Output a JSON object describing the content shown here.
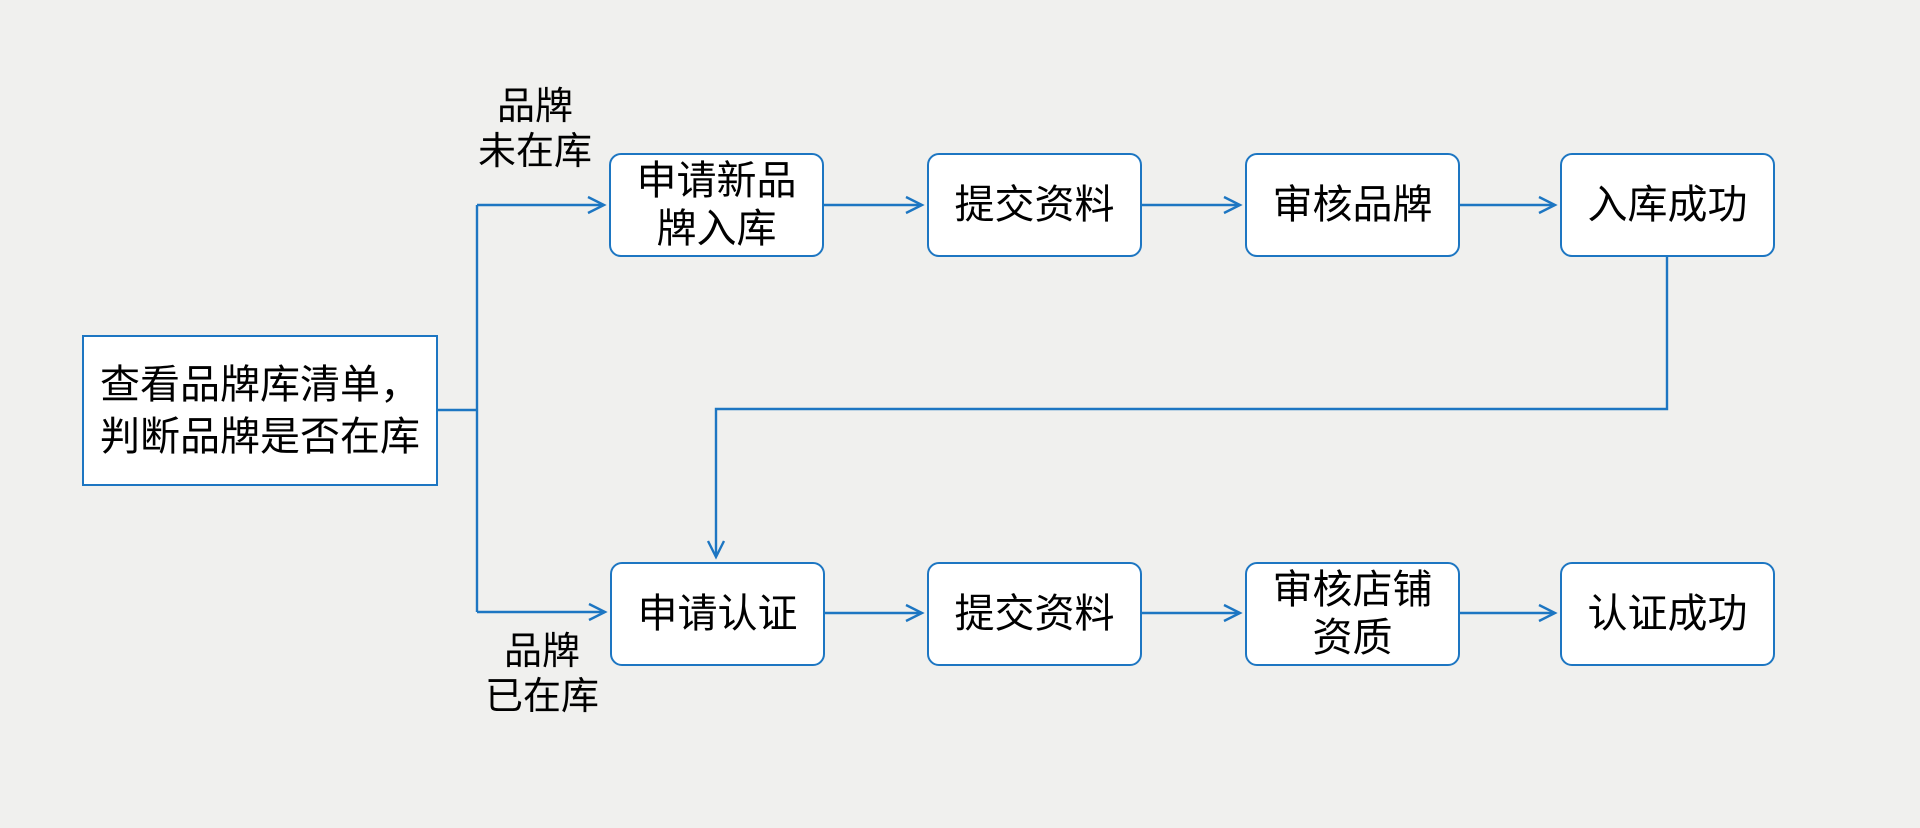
{
  "theme": {
    "bg_color": "#f0f0ee",
    "stroke_color": "#1d76c2",
    "node_fill": "#ffffff",
    "text_color": "#000000"
  },
  "diagram": {
    "nodes": {
      "start": {
        "lines": [
          "查看品牌库清单，",
          "判断品牌是否在库"
        ]
      },
      "top": [
        {
          "lines": [
            "申请新品",
            "牌入库"
          ]
        },
        {
          "lines": [
            "提交资料"
          ]
        },
        {
          "lines": [
            "审核品牌"
          ]
        },
        {
          "lines": [
            "入库成功"
          ]
        }
      ],
      "bottom": [
        {
          "lines": [
            "申请认证"
          ]
        },
        {
          "lines": [
            "提交资料"
          ]
        },
        {
          "lines": [
            "审核店铺",
            "资质"
          ]
        },
        {
          "lines": [
            "认证成功"
          ]
        }
      ]
    },
    "edge_labels": {
      "not_in_library": {
        "lines": [
          "品牌",
          "未在库"
        ]
      },
      "in_library": {
        "lines": [
          "品牌",
          "已在库"
        ]
      }
    }
  }
}
